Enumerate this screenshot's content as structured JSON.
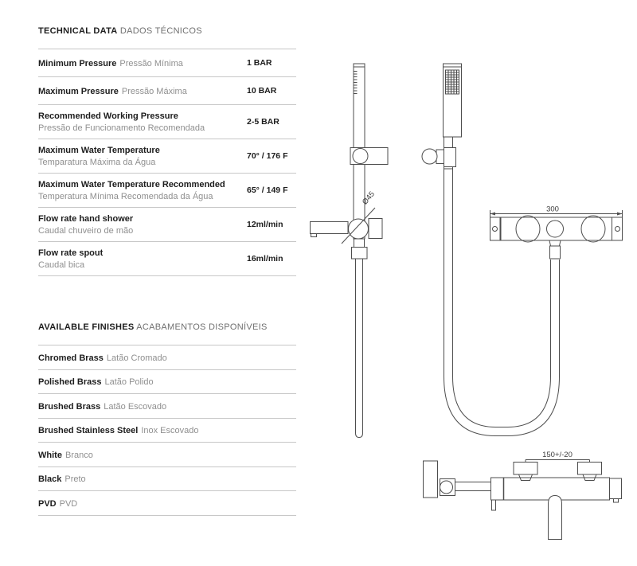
{
  "technical": {
    "title_en": "TECHNICAL DATA",
    "title_pt": "DADOS TÉCNICOS",
    "rows": [
      {
        "en": "Minimum Pressure",
        "pt": "Pressão Mínima",
        "value": "1 BAR"
      },
      {
        "en": "Maximum Pressure",
        "pt": "Pressão Máxima",
        "value": "10 BAR"
      },
      {
        "en": "Recommended Working Pressure",
        "pt": "Pressão de Funcionamento Recomendada",
        "value": "2-5 BAR"
      },
      {
        "en": "Maximum Water Temperature",
        "pt": "Temparatura Máxima da Água",
        "value": "70° / 176 F"
      },
      {
        "en": "Maximum Water Temperature Recommended",
        "pt": "Temperatura Mínima Recomendada da Água",
        "value": "65° / 149 F"
      },
      {
        "en": "Flow rate hand shower",
        "pt": "Caudal chuveiro de mão",
        "value": "12ml/min"
      },
      {
        "en": "Flow rate spout",
        "pt": "Caudal bica",
        "value": "16ml/min"
      }
    ]
  },
  "finishes": {
    "title_en": "AVAILABLE FINISHES",
    "title_pt": "ACABAMENTOS DISPONÍVEIS",
    "rows": [
      {
        "en": "Chromed Brass",
        "pt": "Latão Cromado"
      },
      {
        "en": "Polished Brass",
        "pt": "Latão Polido"
      },
      {
        "en": "Brushed Brass",
        "pt": "Latão Escovado"
      },
      {
        "en": "Brushed Stainless Steel",
        "pt": "Inox Escovado"
      },
      {
        "en": "White",
        "pt": "Branco"
      },
      {
        "en": "Black",
        "pt": "Preto"
      },
      {
        "en": "PVD",
        "pt": "PVD"
      }
    ]
  },
  "drawings": {
    "bar_width_dim": "300",
    "inlet_spacing_dim": "150+/-20",
    "valve_diameter_dim": "Ø45"
  },
  "colors": {
    "line": "#4d4d4d",
    "rule": "#c7c7c7",
    "text": "#1d1d1d",
    "muted": "#8f8f8f"
  }
}
